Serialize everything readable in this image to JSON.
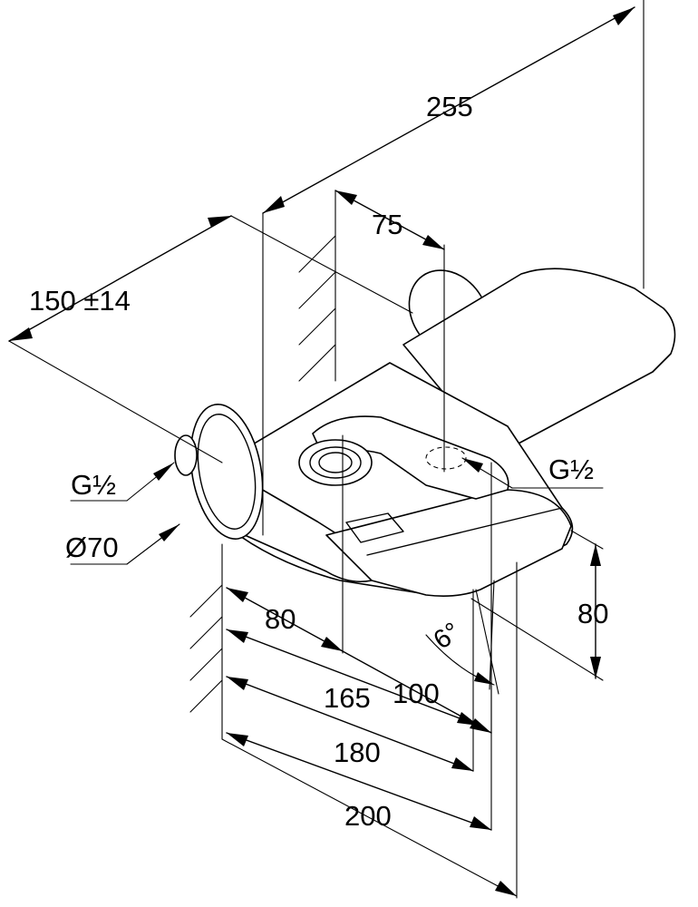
{
  "dimensions": {
    "overall_length": "255",
    "spout_offset": "75",
    "wall_spacing": "150 ±14",
    "inlet_thread_left": "G½",
    "outlet_thread_right": "G½",
    "rosette_diameter": "Ø70",
    "height": "80",
    "tilt_angle": "6°",
    "depth_80": "80",
    "depth_100": "100",
    "depth_165": "165",
    "depth_180": "180",
    "depth_200": "200"
  }
}
